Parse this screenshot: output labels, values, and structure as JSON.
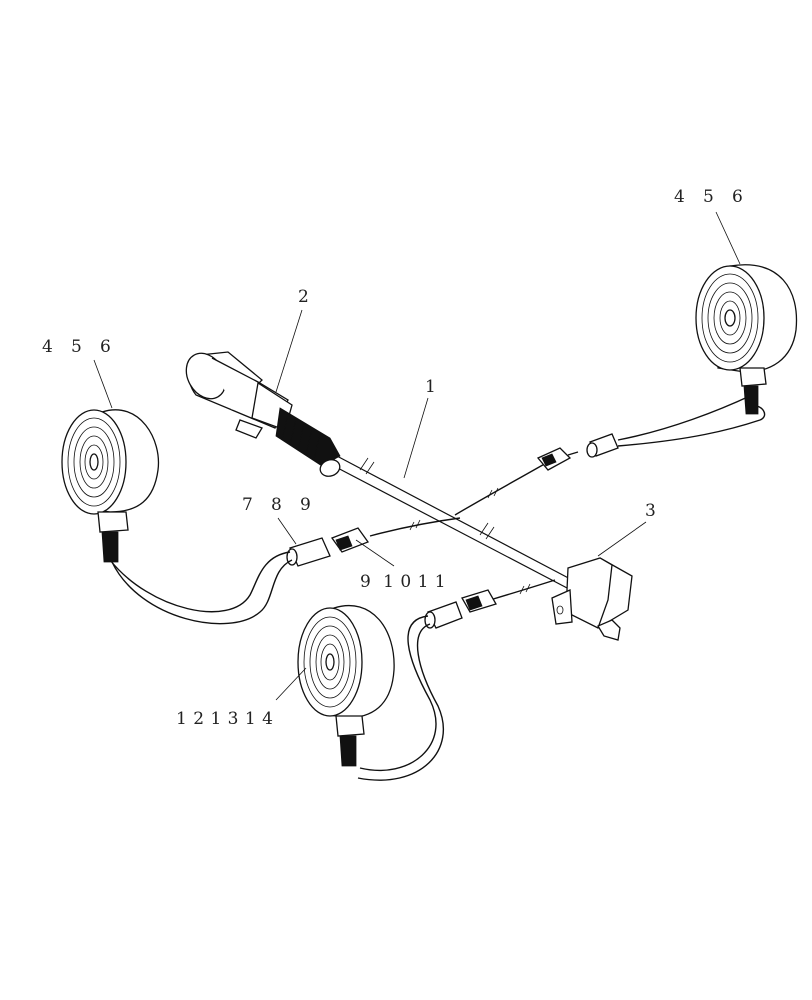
{
  "diagram": {
    "labels": {
      "l1": "1",
      "l2": "2",
      "l3": "3",
      "lamp_top_right": "4   5   6",
      "lamp_left": "4   5   6",
      "conn_left": "7   8   9",
      "conn_mid": "9  1 0 1 1",
      "lamp_bottom": "1 2 1 3 1 4"
    },
    "colors": {
      "line": "#111111",
      "background": "#ffffff",
      "text": "#222222"
    }
  }
}
